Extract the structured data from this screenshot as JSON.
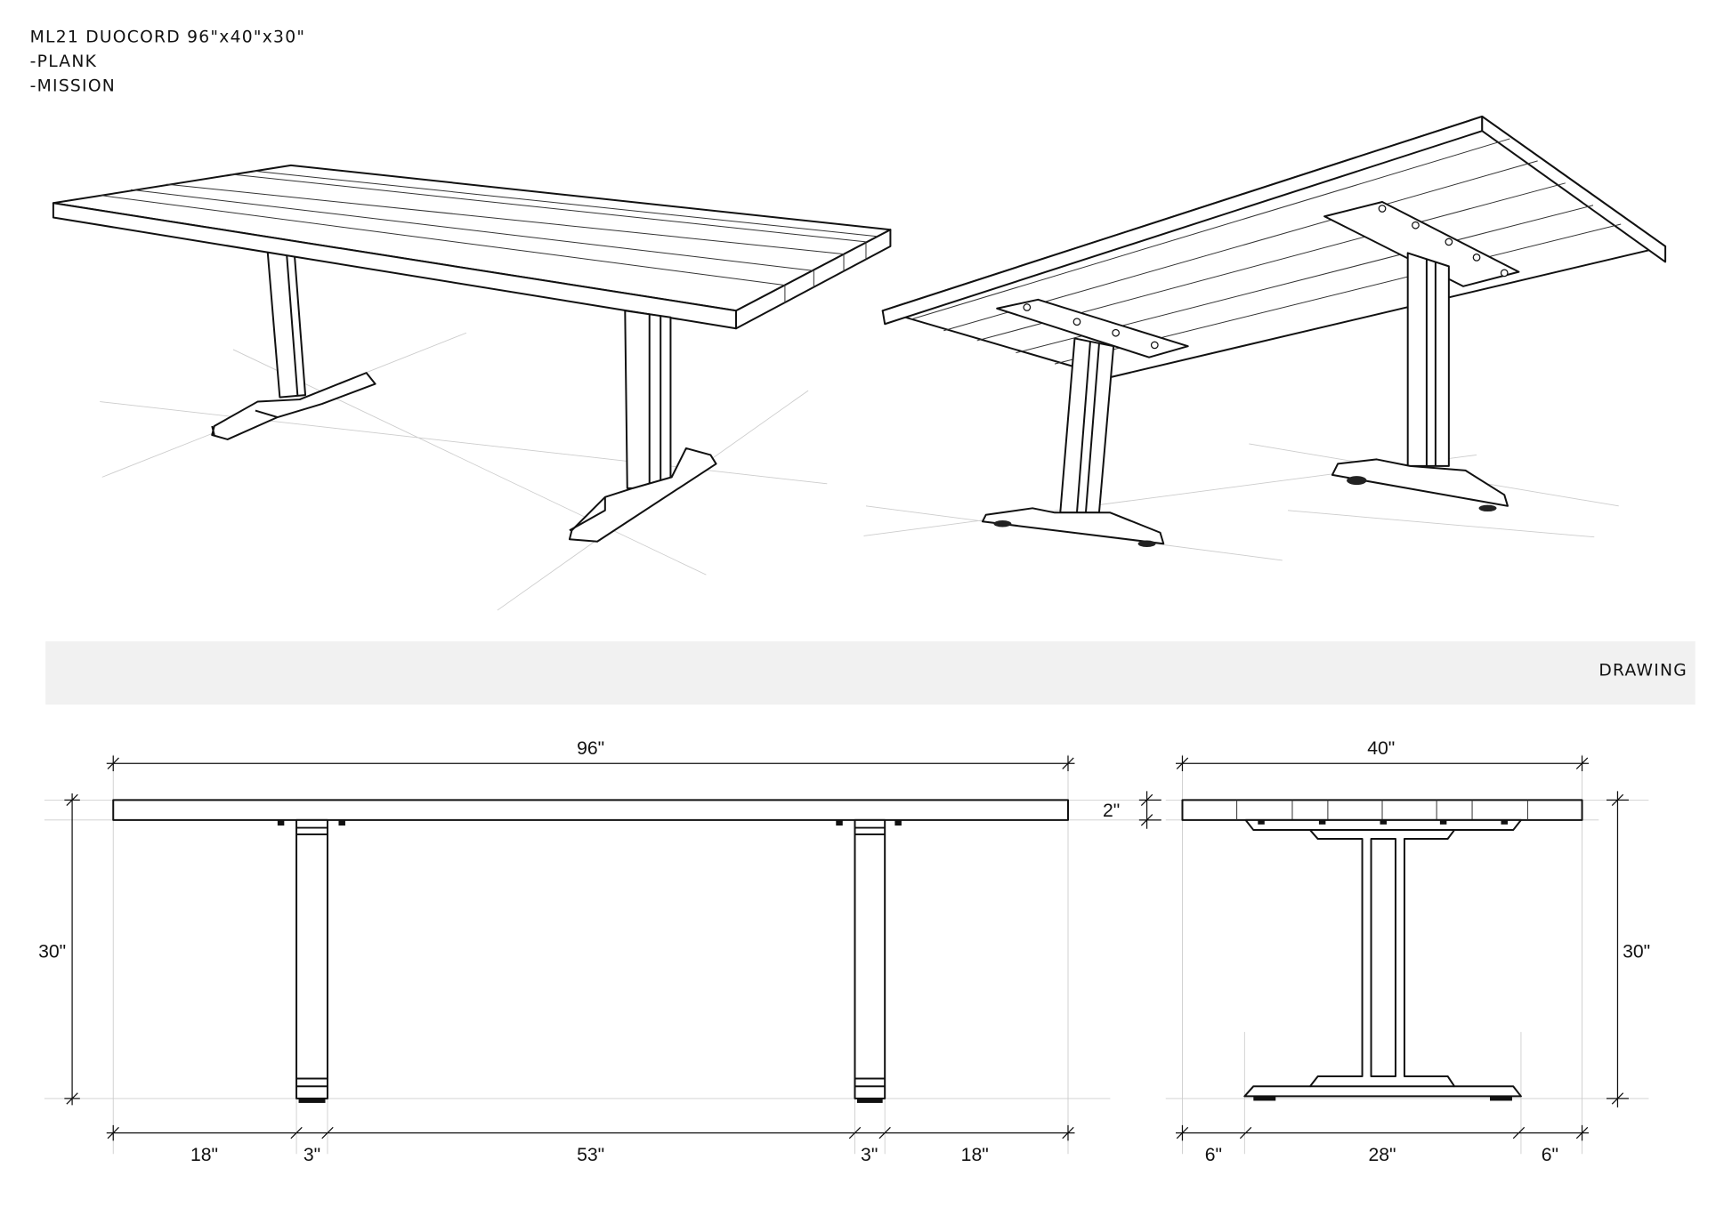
{
  "header": {
    "title": "ML21 DUOCORD 96\"x40\"x30\"",
    "line2": "-PLANK",
    "line3": "-MISSION"
  },
  "section_label": "DRAWING",
  "front_view": {
    "overall_length": "96\"",
    "height": "30\"",
    "top_thickness": "2\"",
    "bottom_dims": [
      "18\"",
      "3\"",
      "53\"",
      "3\"",
      "18\""
    ]
  },
  "side_view": {
    "overall_width": "40\"",
    "height": "30\"",
    "bottom_dims": [
      "6\"",
      "28\"",
      "6\""
    ]
  }
}
